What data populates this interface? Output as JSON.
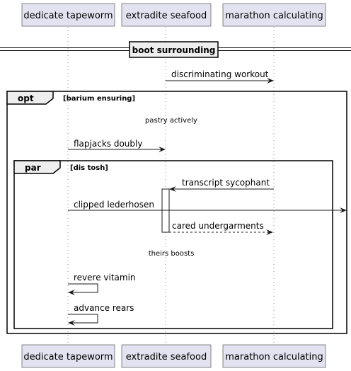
{
  "participants": [
    {
      "id": "p1",
      "label": "dedicate tapeworm"
    },
    {
      "id": "p2",
      "label": "extradite seafood"
    },
    {
      "id": "p3",
      "label": "marathon calculating"
    }
  ],
  "divider": {
    "label": "boot surrounding"
  },
  "messages": {
    "m1": "discriminating workout",
    "m2": "flapjacks doubly",
    "m3": "transcript sycophant",
    "m4": "clipped lederhosen",
    "m5": "cared undergarments",
    "m6": "revere vitamin",
    "m7": "advance rears"
  },
  "notes": {
    "n1": "pastry actively",
    "n2": "theirs boosts"
  },
  "fragments": {
    "opt": {
      "keyword": "opt",
      "condition": "[barium ensuring]"
    },
    "par": {
      "keyword": "par",
      "condition": "[dis tosh]"
    }
  }
}
